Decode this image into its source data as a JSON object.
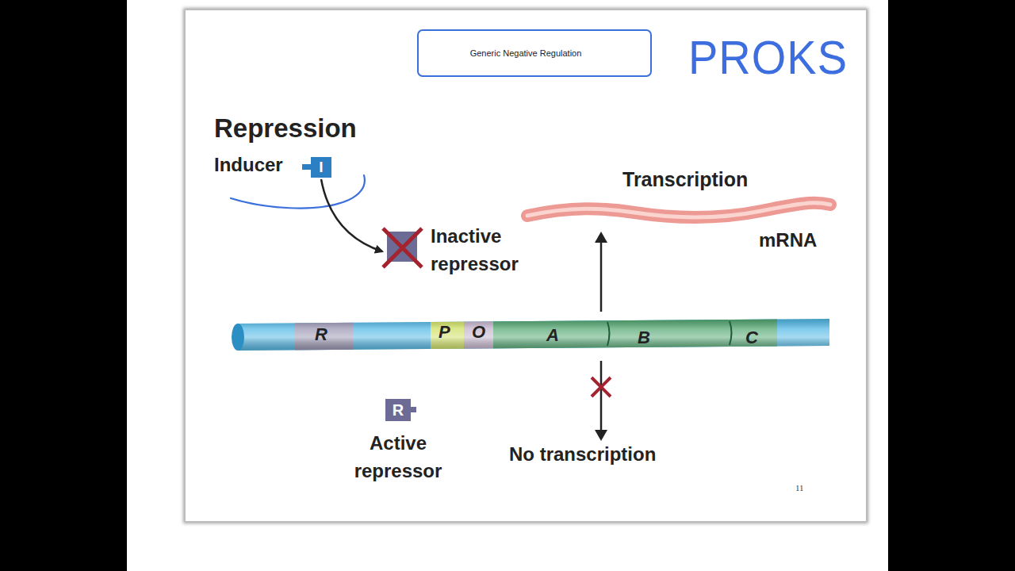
{
  "diagram": {
    "title": "Repression",
    "nodes": [
      {
        "text": [
          "Generic Negative Regulation"
        ]
      },
      {
        "text": [
          "I"
        ]
      },
      {
        "text": [
          "Inactive repressor"
        ]
      },
      {
        "text": [
          "R",
          "Active repressor"
        ]
      }
    ],
    "edges": [
      {
        "from": 1,
        "to": 2,
        "arrow": "to"
      }
    ],
    "labels": [
      "PROKS",
      "Inducer",
      "Transcription",
      "mRNA",
      "R",
      "P",
      "O",
      "A",
      "B",
      "C",
      "No transcription",
      "11"
    ]
  }
}
